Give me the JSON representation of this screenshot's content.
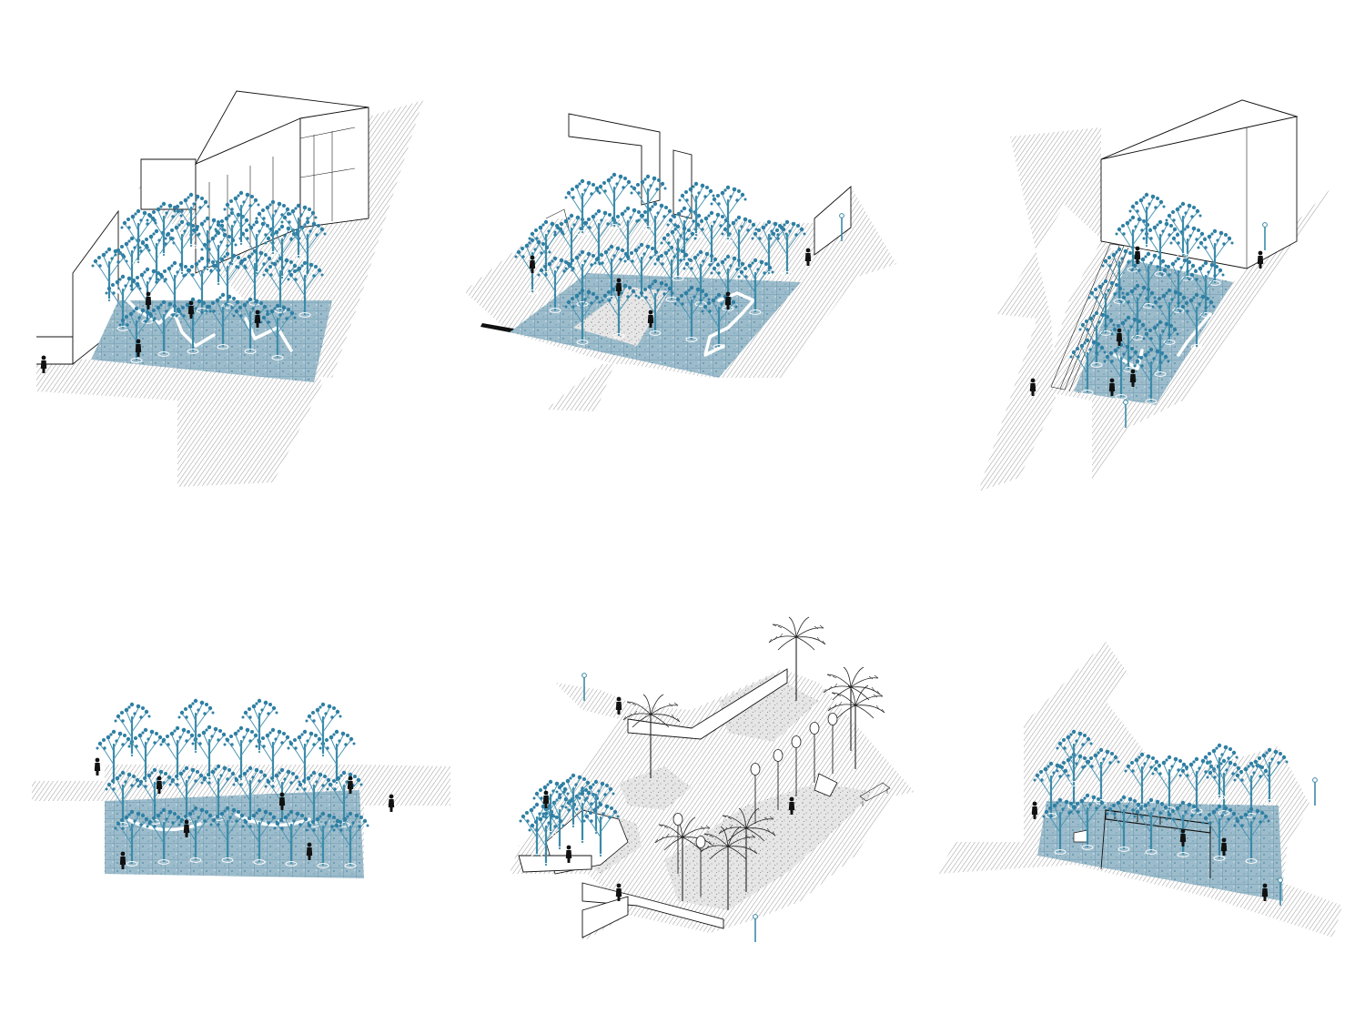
{
  "sheet": {
    "colors": {
      "background": "#ffffff",
      "ink": "#111111",
      "hatch_gray": "#9a9a9a",
      "tree_blue": "#2f7fa3",
      "paving_blue": "#8fb3c4",
      "gravel_gray": "#b8b8b8"
    },
    "panel_count": 6,
    "panels": [
      {
        "name": "square-with-office-block",
        "feature": "tree-grove-on-paving",
        "tree_count": 30
      },
      {
        "name": "square-with-low-walls",
        "feature": "tree-grove-on-paving",
        "tree_count": 30
      },
      {
        "name": "square-with-cube-building",
        "feature": "tree-grove-beside-steps",
        "tree_count": 20
      },
      {
        "name": "plaza-strip",
        "feature": "tree-grove-on-paving",
        "tree_count": 28
      },
      {
        "name": "courtyard-with-palms",
        "feature": "palms-and-small-grove",
        "tree_count": 8
      },
      {
        "name": "square-with-pergola",
        "feature": "tree-grove-with-pergola",
        "tree_count": 18
      }
    ]
  }
}
